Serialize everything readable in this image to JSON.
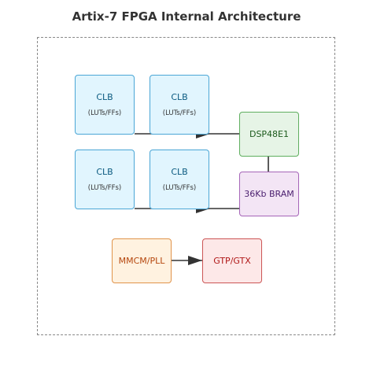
{
  "title": "Artix-7 FPGA Internal Architecture",
  "blocks": {
    "clb_1": {
      "label": "CLB",
      "sub": "(LUTs/FFs)"
    },
    "clb_2": {
      "label": "CLB",
      "sub": "(LUTs/FFs)"
    },
    "clb_3": {
      "label": "CLB",
      "sub": "(LUTs/FFs)"
    },
    "clb_4": {
      "label": "CLB",
      "sub": "(LUTs/FFs)"
    },
    "dsp": {
      "label": "DSP48E1"
    },
    "bram": {
      "label": "36Kb BRAM"
    },
    "mmcm": {
      "label": "MMCM/PLL"
    },
    "gtp": {
      "label": "GTP/GTX"
    }
  },
  "colors": {
    "clb_fill": "#e1f5fe",
    "clb_border": "#4aa6d6",
    "dsp_fill": "#e6f4e6",
    "bram_fill": "#f3e5f5",
    "mmcm_fill": "#fff2e0",
    "gtp_fill": "#fde8e8",
    "connector": "#333333"
  }
}
